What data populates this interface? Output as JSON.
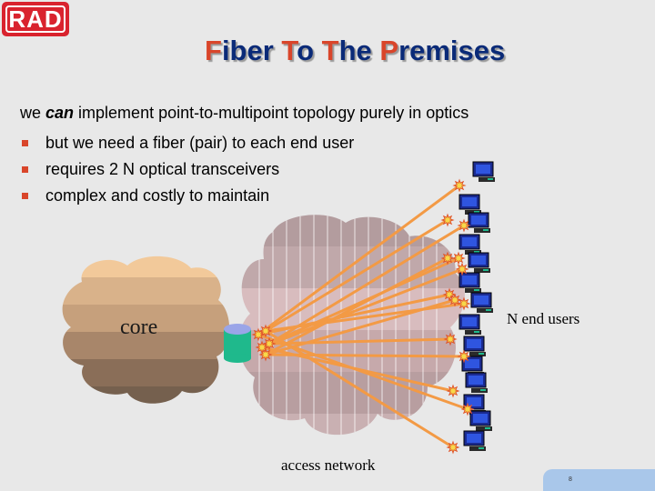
{
  "logo": {
    "text": "RAD",
    "color": "#d9232e"
  },
  "title": {
    "words": [
      {
        "cap": "F",
        "rest": "iber"
      },
      {
        "cap": "T",
        "rest": "o"
      },
      {
        "cap": "T",
        "rest": "he"
      },
      {
        "cap": "P",
        "rest": "remises"
      }
    ]
  },
  "intro": {
    "before": "we ",
    "emph": "can",
    "after": " implement point-to-multipoint topology purely in optics"
  },
  "bullets": [
    "but we need a fiber (pair) to each end user",
    "requires 2 N optical transceivers",
    "complex and costly to maintain"
  ],
  "diagram": {
    "core_label": "core",
    "access_label": "access network",
    "users_label": "N end users",
    "fiber_color": "#f39a45",
    "end_user_count": 14
  },
  "footer": {
    "page_number": "8"
  }
}
